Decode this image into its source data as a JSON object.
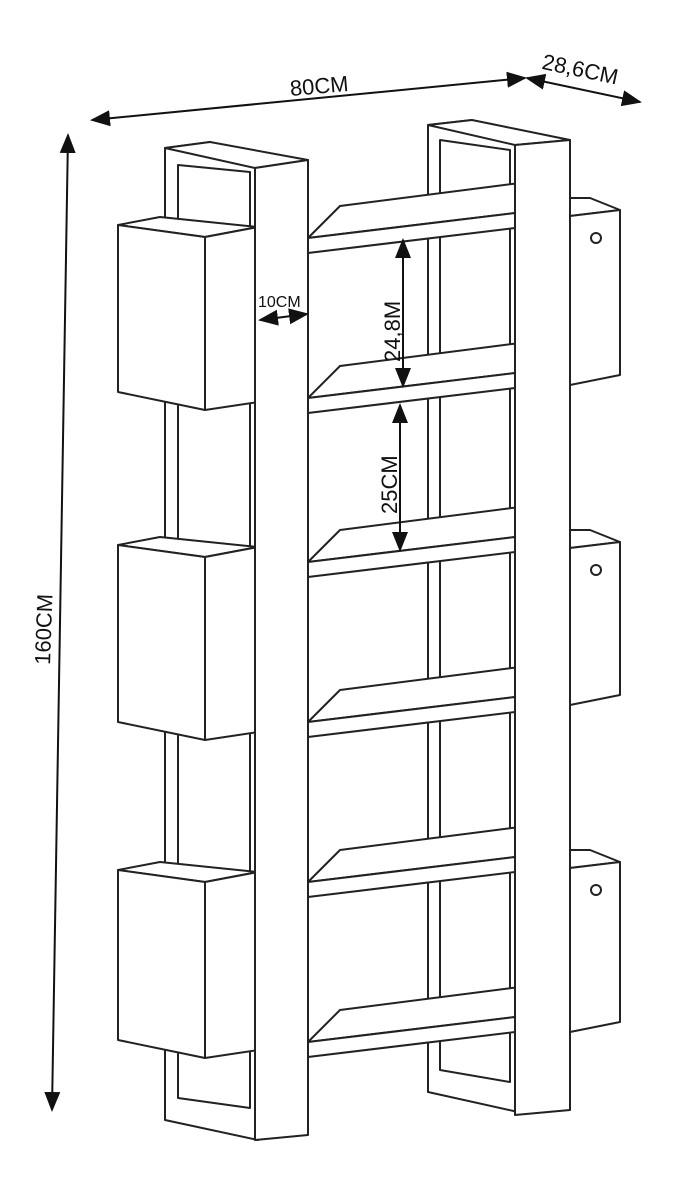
{
  "dimensions": {
    "width": "80CM",
    "depth": "28,6CM",
    "height": "160CM",
    "post_width": "10CM",
    "shelf_gap_upper": "24,8M",
    "shelf_gap_lower": "25CM"
  },
  "colors": {
    "line": "#222222",
    "background": "#ffffff"
  }
}
